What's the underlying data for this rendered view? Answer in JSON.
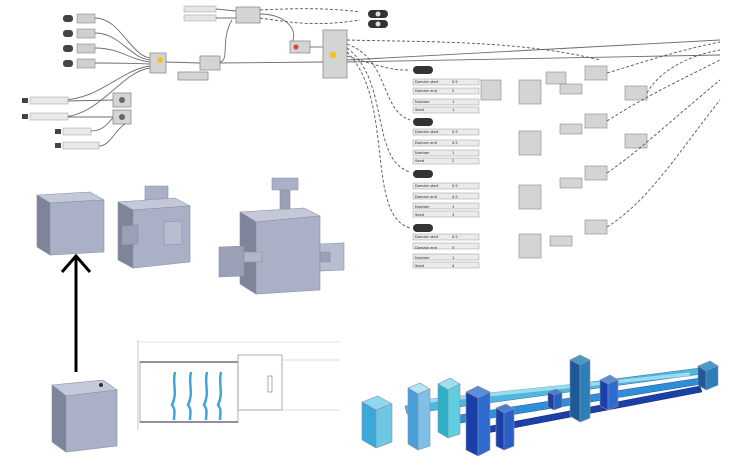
{
  "figure": {
    "description_free": true
  },
  "panels": [
    {
      "label": "Domain start",
      "value": "0.5"
    },
    {
      "label": "Domain end",
      "value": "5"
    },
    {
      "label": "Number",
      "value": "1"
    },
    {
      "label": "Seed",
      "value": "1"
    }
  ],
  "panel_groups": [
    {
      "values": [
        "0.5",
        "5",
        "1",
        "1"
      ]
    },
    {
      "values": [
        "0.5",
        "4.5",
        "1",
        "2"
      ]
    },
    {
      "values": [
        "0.5",
        "4.5",
        "1",
        "3"
      ]
    },
    {
      "values": [
        "0.5",
        "5",
        "1",
        "4"
      ]
    }
  ],
  "colors": {
    "gray_box": "#aab0c5",
    "gray_box_dark": "#7e8499",
    "blue_light": "#5fc7e6",
    "blue_mid": "#2f7fd0",
    "blue_dark": "#1a3fa8",
    "teal": "#2e7fa0"
  }
}
